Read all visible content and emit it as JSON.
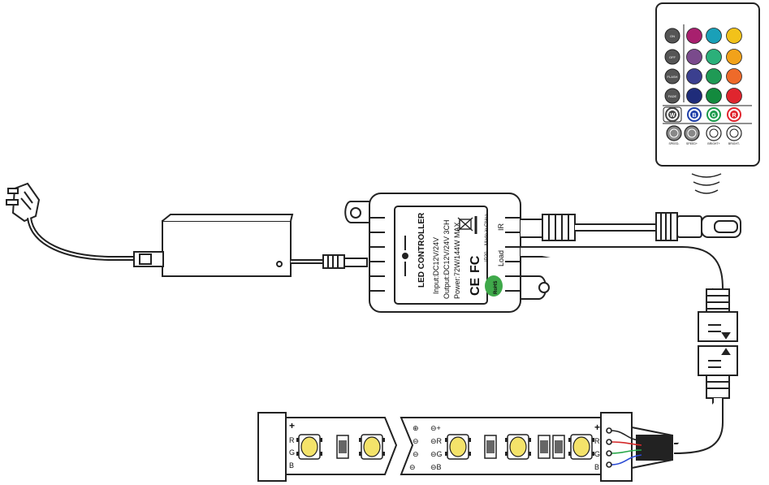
{
  "controller": {
    "title": "LED CONTROLLER",
    "input": "Input:DC12V/24V",
    "output": "Output:DC12V/24V 3CH",
    "power": "Power:72W/144W MAX.",
    "ip_rating": "IP20",
    "made_in": "Made in China",
    "load_label": "Load",
    "ir_label": "IR",
    "rohs_label": "RoHS",
    "ce_mark": "CE",
    "fc_mark": "FC"
  },
  "remote": {
    "left_column_buttons": [
      "ON",
      "OFF",
      "FLASH",
      "FADE"
    ],
    "color_buttons": [
      [
        "#a8206e",
        "#1aa0b8",
        "#f2c21a"
      ],
      [
        "#7a4a8c",
        "#2bb07a",
        "#f2a21a"
      ],
      [
        "#3b3f8f",
        "#1f9a55",
        "#ee6a2a"
      ],
      [
        "#1f2c7a",
        "#138a3e",
        "#e0252e"
      ]
    ],
    "rgb_buttons": [
      "W",
      "B",
      "G",
      "R"
    ],
    "rgb_colors": [
      "#444444",
      "#1f3fa8",
      "#1a9a4a",
      "#e0252e"
    ],
    "bottom_buttons": [
      "SPEED-",
      "SPEED+",
      "BRIGHT+",
      "BRIGHT-"
    ]
  },
  "strip": {
    "left_segment_labels": [
      "+",
      "R",
      "G",
      "B"
    ],
    "middle_left_labels": [
      "⊕",
      "⊖",
      "⊖",
      "⊖"
    ],
    "middle_right_labels": [
      "⊖+",
      "⊖R",
      "⊖G",
      "⊖B"
    ],
    "right_end_labels": [
      "+",
      "R",
      "G",
      "B"
    ]
  },
  "colors": {
    "line": "#222222",
    "led_yellow": "#f4e36a",
    "wire_red": "#d42a2a",
    "wire_green": "#2aa84a",
    "wire_blue": "#2a4ad4"
  }
}
